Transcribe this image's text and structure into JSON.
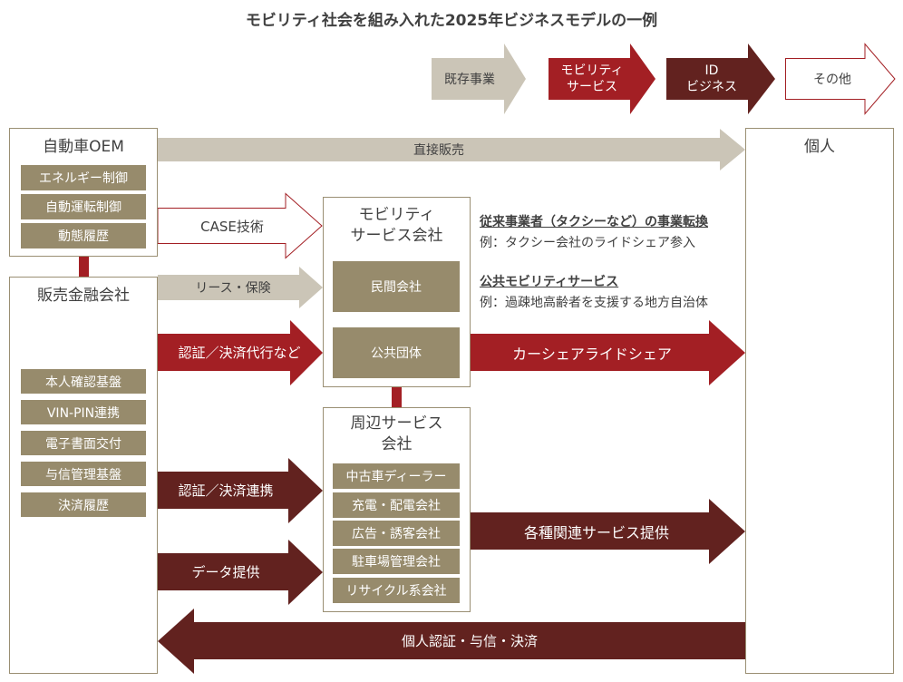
{
  "title": "モビリティ社会を組み入れた2025年ビジネスモデルの一例",
  "colors": {
    "existing": "#cbc5b7",
    "mobility": "#a31f24",
    "id_business": "#62221f",
    "other_fill": "#ffffff",
    "other_stroke": "#a31f24",
    "chip": "#978b6c",
    "box_border": "#9a8f73"
  },
  "legend": [
    {
      "key": "existing",
      "label": "既存事業"
    },
    {
      "key": "mobility",
      "label": "モビリティ\nサービス"
    },
    {
      "key": "id_business",
      "label": "ID\nビジネス"
    },
    {
      "key": "other",
      "label": "その他"
    }
  ],
  "entities": {
    "oem": {
      "title": "自動車OEM",
      "items": [
        "エネルギー制御",
        "自動運転制御",
        "動態履歴"
      ]
    },
    "finance": {
      "title": "販売金融会社",
      "items": [
        "本人確認基盤",
        "VIN-PIN連携",
        "電子書面交付",
        "与信管理基盤",
        "決済履歴"
      ]
    },
    "mobility": {
      "title": "モビリティ\nサービス会社",
      "items": [
        "民間会社",
        "公共団体"
      ]
    },
    "peripheral": {
      "title": "周辺サービス\n会社",
      "items": [
        "中古車ディーラー",
        "充電・配電会社",
        "広告・誘客会社",
        "駐車場管理会社",
        "リサイクル系会社"
      ]
    },
    "individual": {
      "title": "個人"
    }
  },
  "flows": [
    {
      "id": "direct-sales",
      "label": "直接販売",
      "type": "existing",
      "from": "自動車OEM",
      "to": "個人"
    },
    {
      "id": "case-tech",
      "label": "CASE技術",
      "type": "other",
      "from": "自動車OEM",
      "to": "モビリティサービス会社"
    },
    {
      "id": "lease-insurance",
      "label": "リース・保険",
      "type": "existing",
      "from": "販売金融会社",
      "to": "モビリティサービス会社"
    },
    {
      "id": "auth-payment-proxy",
      "label": "認証／決済代行など",
      "type": "mobility",
      "from": "販売金融会社",
      "to": "モビリティサービス会社"
    },
    {
      "id": "carshare-rideshare",
      "label": "カーシェアライドシェア",
      "type": "mobility",
      "from": "モビリティサービス会社",
      "to": "個人"
    },
    {
      "id": "auth-payment-link",
      "label": "認証／決済連携",
      "type": "id_business",
      "from": "販売金融会社",
      "to": "周辺サービス会社"
    },
    {
      "id": "data-provision",
      "label": "データ提供",
      "type": "id_business",
      "from": "販売金融会社",
      "to": "周辺サービス会社"
    },
    {
      "id": "related-services",
      "label": "各種関連サービス提供",
      "type": "id_business",
      "from": "周辺サービス会社",
      "to": "個人"
    },
    {
      "id": "personal-auth",
      "label": "個人認証・与信・決済",
      "type": "id_business",
      "from": "個人",
      "to": "販売金融会社"
    }
  ],
  "notes": [
    {
      "heading": "従来事業者（タクシーなど）の事業転換",
      "example": "例：タクシー会社のライドシェア参入"
    },
    {
      "heading": "公共モビリティサービス",
      "example": "例：過疎地高齢者を支援する地方自治体"
    }
  ]
}
